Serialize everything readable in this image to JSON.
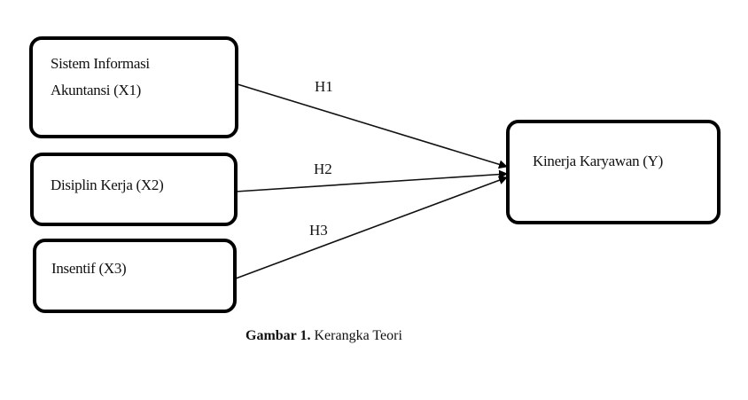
{
  "diagram": {
    "nodes": [
      {
        "id": "x1",
        "lines": [
          "Sistem Informasi",
          "Akuntansi (X1)"
        ]
      },
      {
        "id": "x2",
        "lines": [
          "Disiplin Kerja (X2)"
        ]
      },
      {
        "id": "x3",
        "lines": [
          "Insentif (X3)"
        ]
      },
      {
        "id": "y",
        "lines": [
          "Kinerja Karyawan (Y)"
        ]
      }
    ],
    "edges": [
      {
        "from": "x1",
        "to": "y",
        "label": "H1"
      },
      {
        "from": "x2",
        "to": "y",
        "label": "H2"
      },
      {
        "from": "x3",
        "to": "y",
        "label": "H3"
      }
    ],
    "caption": {
      "bold": "Gambar 1.",
      "text": " Kerangka Teori"
    }
  }
}
